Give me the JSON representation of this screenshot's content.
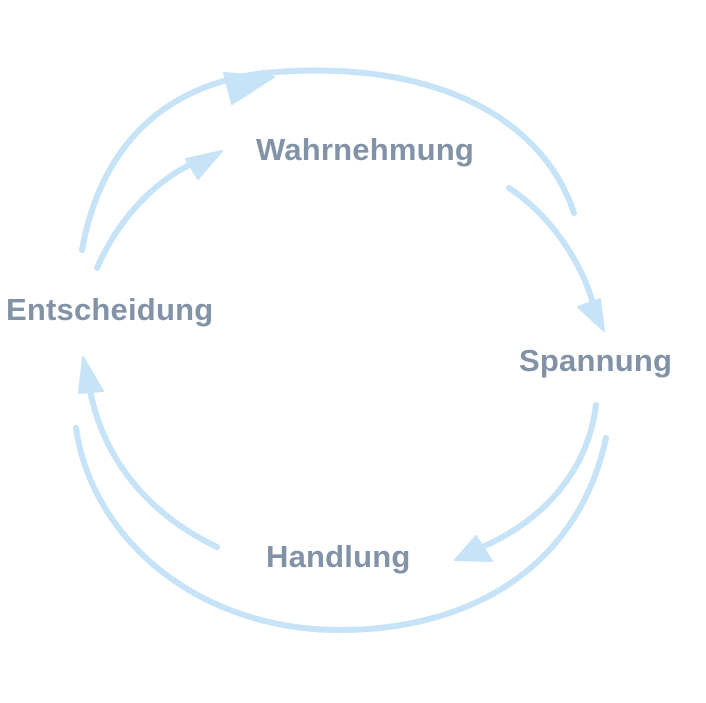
{
  "diagram": {
    "title": "",
    "nodes": [
      {
        "id": "wahrnehmung",
        "label": "Wahrnehmung"
      },
      {
        "id": "spannung",
        "label": "Spannung"
      },
      {
        "id": "handlung",
        "label": "Handlung"
      },
      {
        "id": "entscheidung",
        "label": "Entscheidung"
      }
    ],
    "edges": [
      {
        "from": "entscheidung",
        "to": "wahrnehmung"
      },
      {
        "from": "wahrnehmung",
        "to": "spannung"
      },
      {
        "from": "spannung",
        "to": "handlung"
      },
      {
        "from": "handlung",
        "to": "entscheidung"
      }
    ]
  },
  "colors": {
    "arrow": "#c6e3f7",
    "label": "#8292a7",
    "background": "#ffffff"
  }
}
